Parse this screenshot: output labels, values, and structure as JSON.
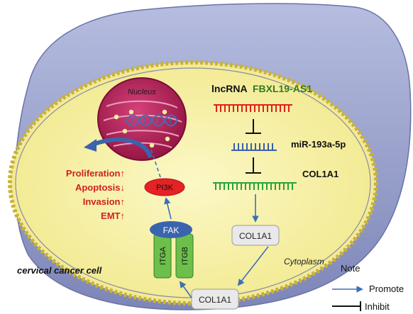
{
  "labels": {
    "lncrna_prefix": "lncRNA",
    "lncrna_name": "FBXL19-AS1",
    "mirna": "miR-193a-5p",
    "col1a1_gene": "COL1A1",
    "col1a1_protein_inner": "COL1A1",
    "col1a1_protein_outer": "COL1A1",
    "nucleus": "Nucleus",
    "cytoplasm": "Cytoplasm",
    "pi3k": "PI3K",
    "fak": "FAK",
    "itga": "ITGA",
    "itgb": "ITGB",
    "cell_caption": "cervical cancer cell",
    "outcomes": [
      "Proliferation↑",
      "Apoptosis↓",
      "Invasion↑",
      "EMT↑"
    ]
  },
  "legend": {
    "title": "Note",
    "promote": "Promote",
    "inhibit": "Inhibit"
  },
  "colors": {
    "lncrna_strand": "#e0201c",
    "lncrna_name_text": "#2f7a24",
    "mirna_strand": "#3a5fa8",
    "col1a1_strand": "#2aa336",
    "promote_arrow": "#3d6fb8",
    "outcome_text": "#d11f1f",
    "pi3k_fill": "#e52226",
    "fak_fill": "#3a64ad",
    "integrin_fill": "#6cbf4a",
    "nucleus_fill": "#b31d52",
    "cytoplasm_fill": "#f8f3a8",
    "outer_cell_fill": "#9aa2cc"
  }
}
